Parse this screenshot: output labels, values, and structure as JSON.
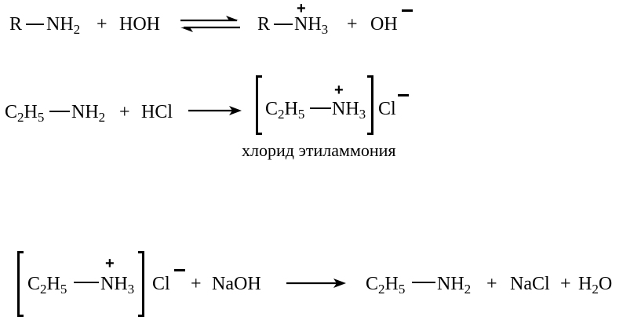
{
  "eq1": {
    "r1": "R",
    "r_nh2": "NH",
    "r_nh2_sub": "2",
    "plus1": "+",
    "hoh": "HOH",
    "p_r": "R",
    "p_nh3": "NH",
    "p_nh3_sub": "3",
    "plus2": "+",
    "oh": "OH"
  },
  "eq2": {
    "c": "C",
    "c_sub": "2",
    "h": "H",
    "h_sub": "5",
    "nh2": "NH",
    "nh2_sub": "2",
    "plus": "+",
    "hcl": "HCl",
    "pc": "C",
    "pc_sub": "2",
    "ph": "H",
    "ph_sub": "5",
    "pnh3": "NH",
    "pnh3_sub": "3",
    "cl": "Cl",
    "caption": "хлорид этиламмония"
  },
  "eq3": {
    "c": "C",
    "c_sub": "2",
    "h": "H",
    "h_sub": "5",
    "nh3": "NH",
    "nh3_sub": "3",
    "cl": "Cl",
    "plus1": "+",
    "naoh": "NaOH",
    "pc": "C",
    "pc_sub": "2",
    "ph": "H",
    "ph_sub": "5",
    "pnh2": "NH",
    "pnh2_sub": "2",
    "plus2": "+",
    "nacl": "NaCl",
    "plus3": "+",
    "h2o_h": "H",
    "h2o_sub": "2",
    "h2o_o": "O"
  }
}
